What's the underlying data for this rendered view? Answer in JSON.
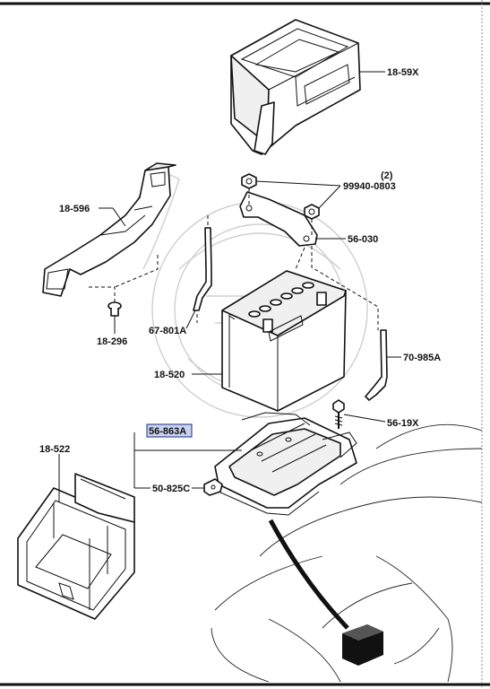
{
  "parts": {
    "storage_box": "18-59X",
    "nut_qty": "(2)",
    "nut": "99940-0803",
    "air_duct": "18-596",
    "bracket": "56-030",
    "vent_hose_left": "67-801A",
    "clip": "18-296",
    "vent_hose_right": "70-985A",
    "battery": "18-520",
    "bolt": "56-19X",
    "battery_tray": "56-863A",
    "tray_clip": "50-825C",
    "battery_cover": "18-522"
  },
  "colors": {
    "highlight_fill": "#c9d3ee",
    "highlight_border": "#1a2a8a",
    "line": "#111111"
  }
}
